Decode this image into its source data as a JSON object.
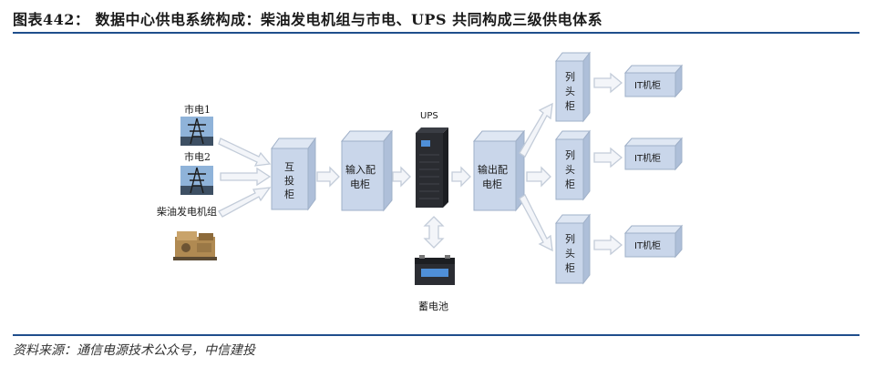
{
  "header": {
    "title": "图表442：   数据中心供电系统构成：柴油发电机组与市电、UPS 共同构成三级供电体系"
  },
  "footer": {
    "source": "资料来源：通信电源技术公众号，中信建投"
  },
  "diagram": {
    "sources": {
      "grid1": "市电1",
      "grid2": "市电2",
      "diesel": "柴油发电机组"
    },
    "ats": [
      "互",
      "投",
      "柜"
    ],
    "input_cabinet": [
      "输入配",
      "电柜"
    ],
    "ups_label": "UPS",
    "output_cabinet": [
      "输出配",
      "电柜"
    ],
    "battery": "蓄电池",
    "column_head": [
      "列",
      "头",
      "柜"
    ],
    "it_cabinet": "IT机柜"
  },
  "colors": {
    "rule": "#1f4e8c",
    "box_front": "#c9d6ea",
    "box_top": "#dfe7f3",
    "box_side": "#aebfd9"
  }
}
